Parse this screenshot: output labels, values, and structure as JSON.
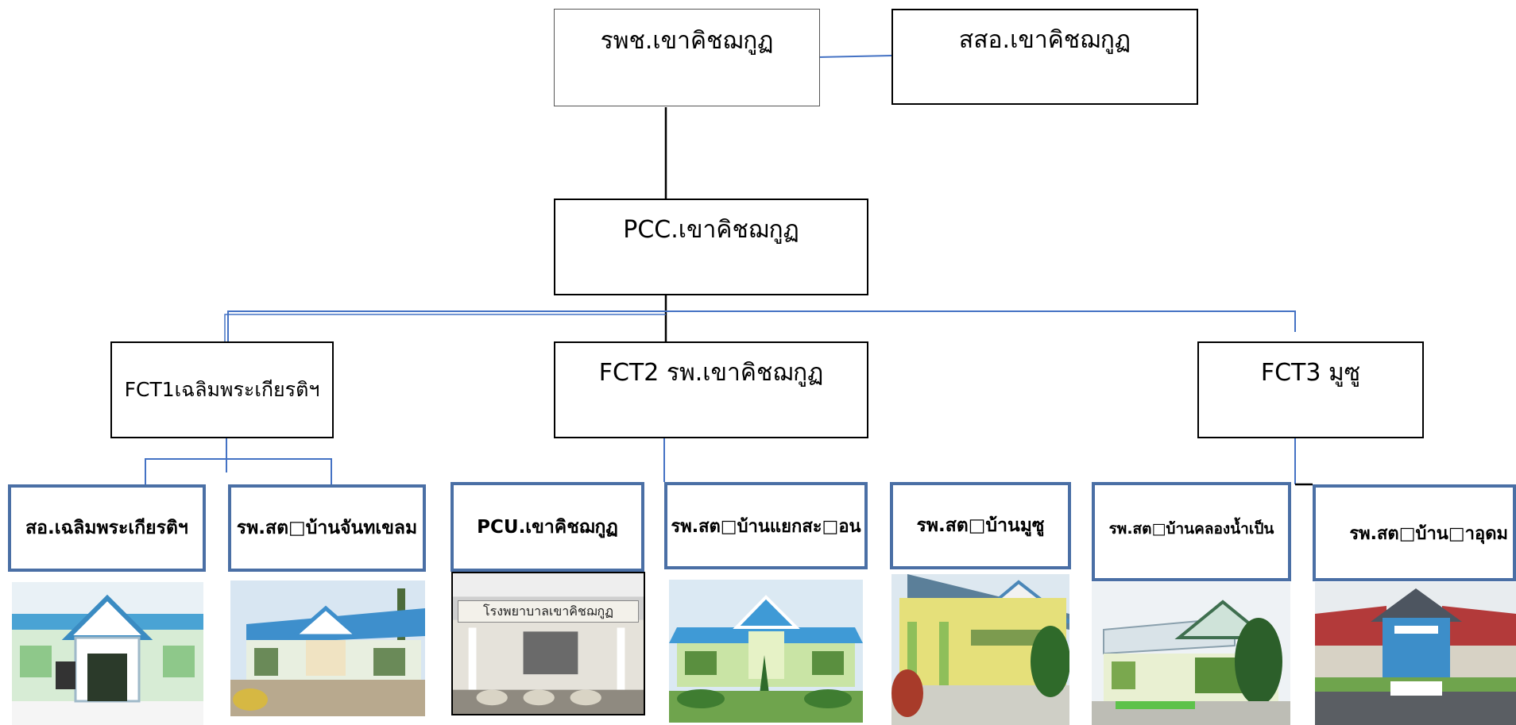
{
  "root": {
    "label": "รพช.เขาคิชฌกูฏ"
  },
  "side": {
    "label": "สสอ.เขาคิชฌกูฏ"
  },
  "pcc": {
    "label": "PCC.เขาคิชฌกูฏ"
  },
  "fct": [
    {
      "label": "FCT1เฉลิมพระเกียรติฯ"
    },
    {
      "label": "FCT2 รพ.เขาคิชฌกูฏ"
    },
    {
      "label": "FCT3 มูซู"
    }
  ],
  "units": [
    {
      "label": "สอ.เฉลิมพระเกียรติฯ"
    },
    {
      "label": "รพ.สต□บ้านจันทเขลม"
    },
    {
      "label": "PCU.เขาคิชฌกูฏ"
    },
    {
      "label": "รพ.สต□บ้านแยกสะ□อน"
    },
    {
      "label": "รพ.สต□บ้านมูซู"
    },
    {
      "label": "รพ.สต□บ้านคลองน้ำเป็น"
    },
    {
      "label": "รพ.สต□บ้าน□าอุดม"
    }
  ],
  "photo_sign": {
    "label": "โรงพยาบาลเขาคิชฌกูฏ"
  },
  "colors": {
    "box_border": "#000000",
    "unit_border": "#4a6fa5",
    "connector": "#4472c4"
  }
}
